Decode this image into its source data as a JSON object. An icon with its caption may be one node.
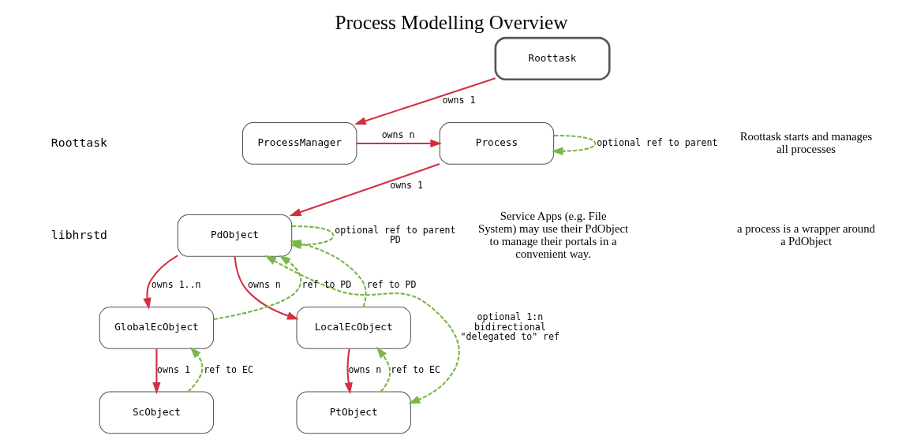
{
  "diagram": {
    "title": "Process Modelling Overview",
    "nodes": [
      {
        "text": [
          "Roottask"
        ]
      },
      {
        "text": [
          "ProcessManager"
        ]
      },
      {
        "text": [
          "Process"
        ]
      },
      {
        "text": [
          "PdObject"
        ]
      },
      {
        "text": [
          "GlobalEcObject"
        ]
      },
      {
        "text": [
          "LocalEcObject"
        ]
      },
      {
        "text": [
          "ScObject"
        ]
      },
      {
        "text": [
          "PtObject"
        ]
      }
    ],
    "edges": [
      {
        "from": 0,
        "to": 1,
        "arrow": "to",
        "label": "owns 1",
        "color": "#d0313f"
      },
      {
        "from": 1,
        "to": 2,
        "arrow": "to",
        "label": "owns n",
        "color": "#d0313f"
      },
      {
        "from": 2,
        "to": 2,
        "arrow": "to",
        "label": "optional ref to parent",
        "style": "dashed",
        "color": "#7ab648"
      },
      {
        "from": 2,
        "to": 3,
        "arrow": "to",
        "label": "owns 1",
        "color": "#d0313f"
      },
      {
        "from": 3,
        "to": 3,
        "arrow": "to",
        "label": "optional ref to parent PD",
        "style": "dashed",
        "color": "#7ab648"
      },
      {
        "from": 3,
        "to": 7,
        "arrow": "both",
        "label": "optional 1:n bidirectional \"delegated to\" ref",
        "style": "dashed",
        "color": "#7ab648"
      },
      {
        "from": 3,
        "to": 4,
        "arrow": "to",
        "label": "owns 1..n",
        "color": "#d0313f"
      },
      {
        "from": 3,
        "to": 5,
        "arrow": "to",
        "label": "owns n",
        "color": "#d0313f"
      },
      {
        "from": 4,
        "to": 3,
        "arrow": "to",
        "label": "ref to PD",
        "style": "dashed",
        "color": "#7ab648"
      },
      {
        "from": 5,
        "to": 3,
        "arrow": "to",
        "label": "ref to PD",
        "style": "dashed",
        "color": "#7ab648"
      },
      {
        "from": 4,
        "to": 6,
        "arrow": "to",
        "label": "owns 1",
        "color": "#d0313f"
      },
      {
        "from": 6,
        "to": 4,
        "arrow": "to",
        "label": "ref to EC",
        "style": "dashed",
        "color": "#7ab648"
      },
      {
        "from": 5,
        "to": 7,
        "arrow": "to",
        "label": "owns n",
        "color": "#d0313f"
      },
      {
        "from": 7,
        "to": 5,
        "arrow": "to",
        "label": "ref to EC",
        "style": "dashed",
        "color": "#7ab648"
      }
    ],
    "labels": [
      "Roottask",
      "Roottask starts and manages all processes",
      "a process is a wrapper around a PdObject",
      "libhrstd",
      "Service Apps (e.g. File System) may use their PdObject to manage their portals in a convenient way."
    ]
  }
}
